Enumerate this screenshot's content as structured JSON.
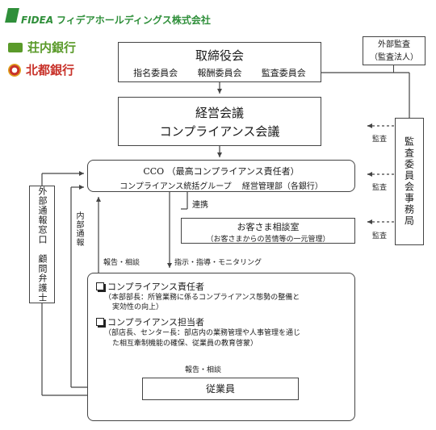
{
  "header": {
    "fidea_logo_text": "FIDEA",
    "company_name": "フィデアホールディングス株式会社",
    "bank1": "荘内銀行",
    "bank2": "北都銀行"
  },
  "external_audit": {
    "line1": "外部監査",
    "line2": "（監査法人）"
  },
  "board": {
    "title": "取締役会",
    "committees": [
      "指名委員会",
      "報酬委員会",
      "監査委員会"
    ]
  },
  "management": {
    "line1": "経営会議",
    "line2": "コンプライアンス会議"
  },
  "cco": {
    "line1": "CCO （最高コンプライアンス責任者）",
    "line2": "コンプライアンス統括グループ　 経営管理部（各銀行）"
  },
  "customer": {
    "line1": "お客さま相談室",
    "line2": "（お客さまからの苦情等の一元管理）"
  },
  "audit_office": {
    "text": "監査委員会事務局"
  },
  "external_window": {
    "text": "外部通報窓口　顧問弁護士"
  },
  "internal_report": {
    "text": "内部通報"
  },
  "labels": {
    "renkei": "連携",
    "kansa": "監査",
    "report_consult": "報告・相談",
    "instruction": "指示・指導・モニタリング",
    "report_consult2": "報告・相談"
  },
  "roles": {
    "manager_title": "コンプライアンス責任者",
    "manager_desc1": "（本部部長：所管業務に係るコンプライアンス態勢の整備と",
    "manager_desc2": "実効性の向上）",
    "officer_title": "コンプライアンス担当者",
    "officer_desc1": "（部店長、センター長：部店内の業務管理や人事管理を通じ",
    "officer_desc2": "た相互牽制機能の確保、従業員の教育啓蒙）"
  },
  "employees": {
    "text": "従業員"
  },
  "colors": {
    "fidea_green": "#2f8f3a",
    "shonai_green": "#5a9a2a",
    "hokuto_red": "#c8322a",
    "line": "#444444",
    "arrow_grey": "#8a8a8a"
  }
}
